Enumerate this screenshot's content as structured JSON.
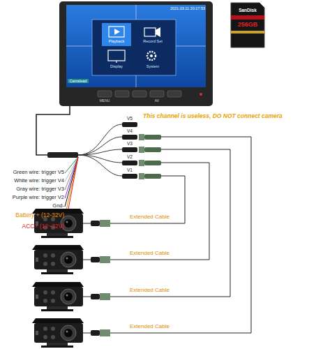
{
  "diagram": {
    "nodes": [
      {
        "text": [
          "V5"
        ]
      },
      {
        "text": [
          "V4"
        ]
      },
      {
        "text": [
          "V3"
        ]
      },
      {
        "text": [
          "V2"
        ]
      },
      {
        "text": [
          "V1"
        ]
      }
    ],
    "labels": [
      "2021.03.11 20:17:53",
      "Playback",
      "Record Set",
      "Display",
      "System",
      "Camslead",
      "MENU",
      "AV",
      "SanDisk",
      "256GB",
      "This channel is useless, DO NOT connect camera",
      "Green wire: trigger V5",
      "White wire: trigger V4",
      "Gray wire: trigger V3",
      "Purple wire: trigger V2",
      "Gnd-",
      "Battery + (12-32V)",
      "ACC+ (12~32V)",
      "Extended Cable",
      "Extended Cable",
      "Extended Cable",
      "Extended Cable"
    ]
  }
}
